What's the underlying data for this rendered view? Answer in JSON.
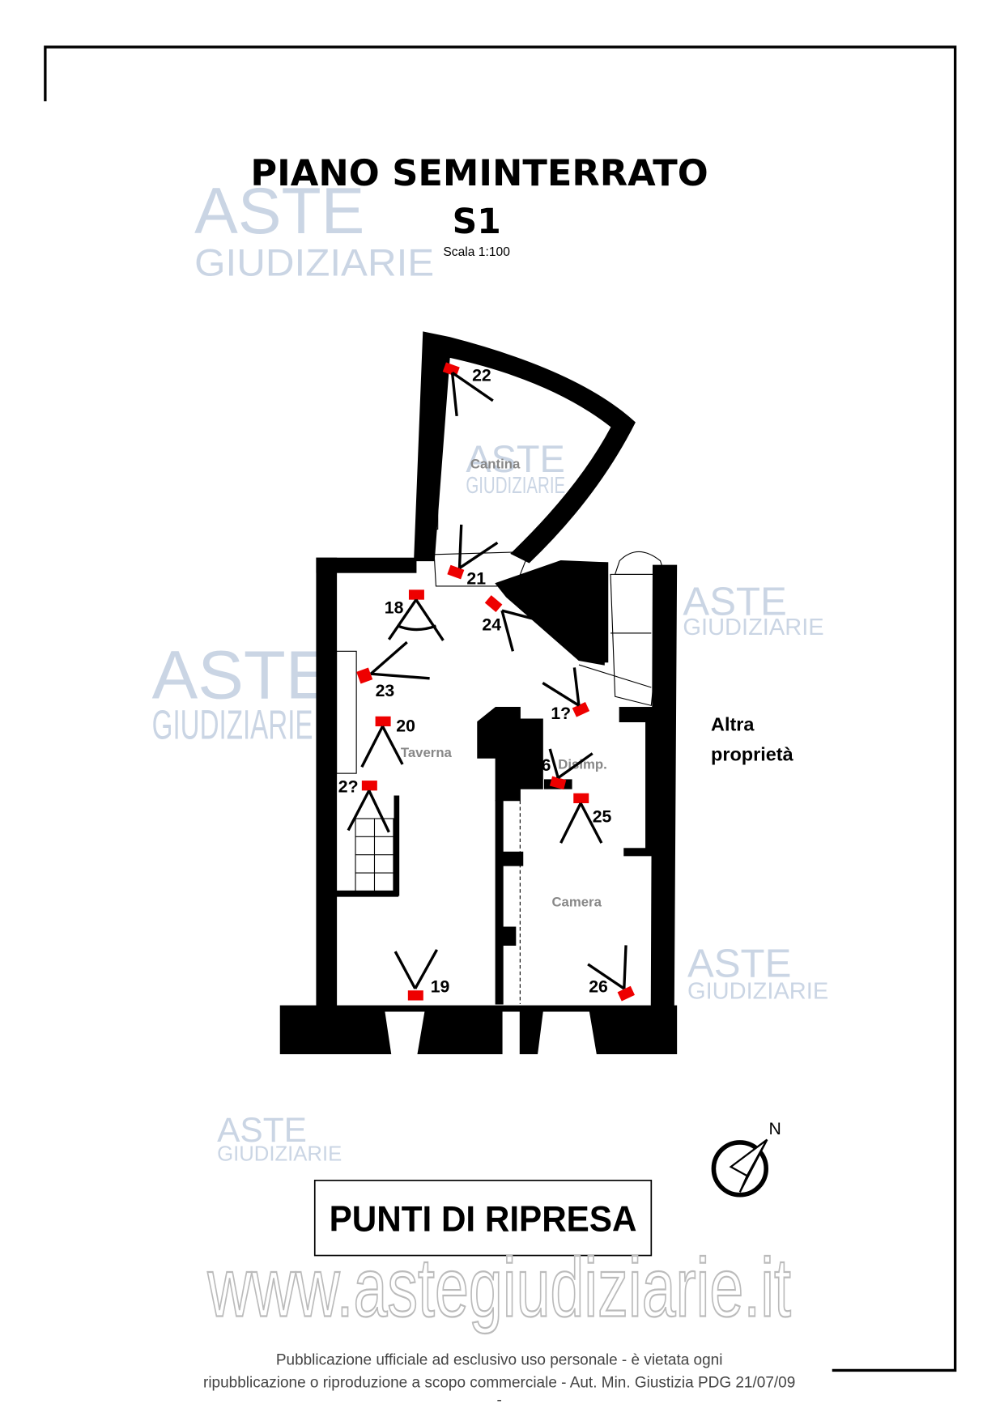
{
  "header": {
    "title": "PIANO SEMINTERRATO",
    "level": "S1",
    "scale": "Scala 1:100"
  },
  "rooms": {
    "cantina": "Cantina",
    "taverna": "Taverna",
    "disimpegno": "Disimp.",
    "camera": "Camera"
  },
  "neighbor": {
    "line1": "Altra",
    "line2": "proprietà"
  },
  "cameras": [
    "22",
    "21",
    "18",
    "24",
    "23",
    "1?",
    "20",
    "16",
    "2?",
    "25",
    "19",
    "26"
  ],
  "compass": {
    "north_label": "N"
  },
  "legend_box": {
    "label": "PUNTI DI RIPRESA"
  },
  "watermark": {
    "line1": "ASTE",
    "line2": "GIUDIZIARIE",
    "url": "www.astegiudiziarie.it"
  },
  "footer": {
    "line1": "Pubblicazione ufficiale ad esclusivo uso personale - è vietata ogni",
    "line2": "ripubblicazione o riproduzione a scopo commerciale - Aut. Min. Giustizia PDG 21/07/09",
    "line3": "-"
  },
  "colors": {
    "camera": "#e00000",
    "wall": "#000000",
    "watermark": "#9fb3cf"
  }
}
